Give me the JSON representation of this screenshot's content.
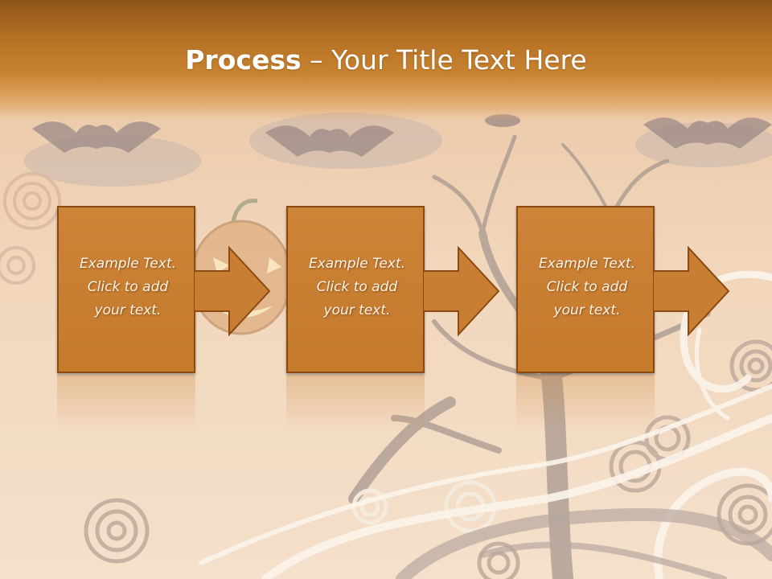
{
  "slide": {
    "title_bold": "Process",
    "title_rest": " – Your Title Text Here"
  },
  "steps": [
    {
      "text": "Example Text.\nClick  to add\nyour text."
    },
    {
      "text": "Example Text.\nClick  to add\nyour text."
    },
    {
      "text": "Example Text.\nClick  to add\nyour text."
    }
  ],
  "colors": {
    "title_band": "#b46f24",
    "box_fill": "#c97f33",
    "box_border": "#8a4a12",
    "text": "#ffffff"
  },
  "icons": [
    "bat-icon",
    "pumpkin-icon",
    "tree-icon",
    "swirl-icon",
    "concentric-circle-icon"
  ]
}
